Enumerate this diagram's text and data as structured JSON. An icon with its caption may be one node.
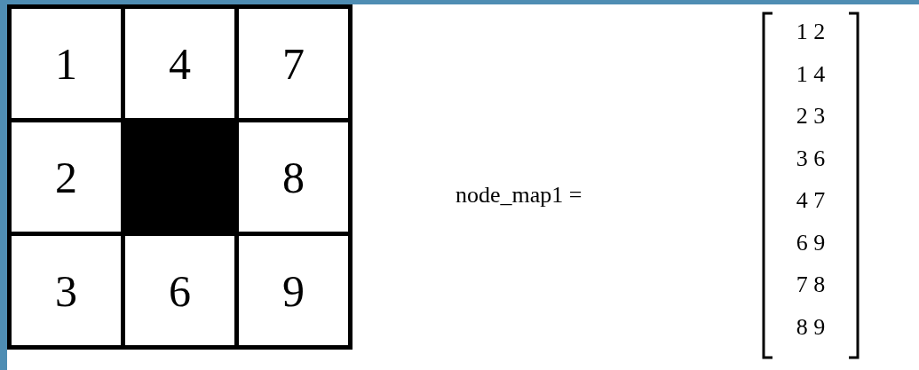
{
  "diagram": {
    "nodes": [
      {
        "text": [
          "1"
        ]
      },
      {
        "text": [
          "4"
        ]
      },
      {
        "text": [
          "7"
        ]
      },
      {
        "text": [
          "2"
        ]
      },
      {
        "text": [],
        "shape": "box"
      },
      {
        "text": [
          "8"
        ]
      },
      {
        "text": [
          "3"
        ]
      },
      {
        "text": [
          "6"
        ]
      },
      {
        "text": [
          "9"
        ]
      }
    ],
    "labels": [
      "node_map1 =",
      "1 2",
      "1 4",
      "2 3",
      "3 6",
      "4 7",
      "6 9",
      "7 8",
      "8 9"
    ]
  }
}
